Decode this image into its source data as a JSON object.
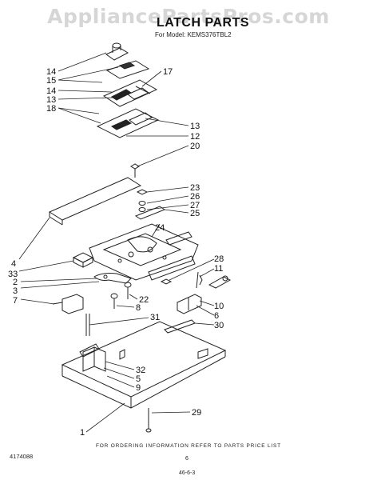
{
  "watermark": "AppliancePartsPros.com",
  "title": "LATCH PARTS",
  "subtitle": "For Model: KEMS376TBL2",
  "footer": "FOR ORDERING INFORMATION REFER TO PARTS PRICE LIST",
  "doc_code": "4174088",
  "page_number": "6",
  "date_stamp": "46-6-3",
  "callouts": {
    "c14a": "14",
    "c15": "15",
    "c17": "17",
    "c14b": "14",
    "c13a": "13",
    "c18": "18",
    "c13b": "13",
    "c12": "12",
    "c20": "20",
    "c23": "23",
    "c26": "26",
    "c27": "27",
    "c25": "25",
    "c24": "24",
    "c4": "4",
    "c33": "33",
    "c28": "28",
    "c11": "11",
    "c2": "2",
    "c3": "3",
    "c7": "7",
    "c22": "22",
    "c8": "8",
    "c10": "10",
    "c6": "6",
    "c31": "31",
    "c30": "30",
    "c32": "32",
    "c5": "5",
    "c9": "9",
    "c1": "1",
    "c29": "29"
  }
}
